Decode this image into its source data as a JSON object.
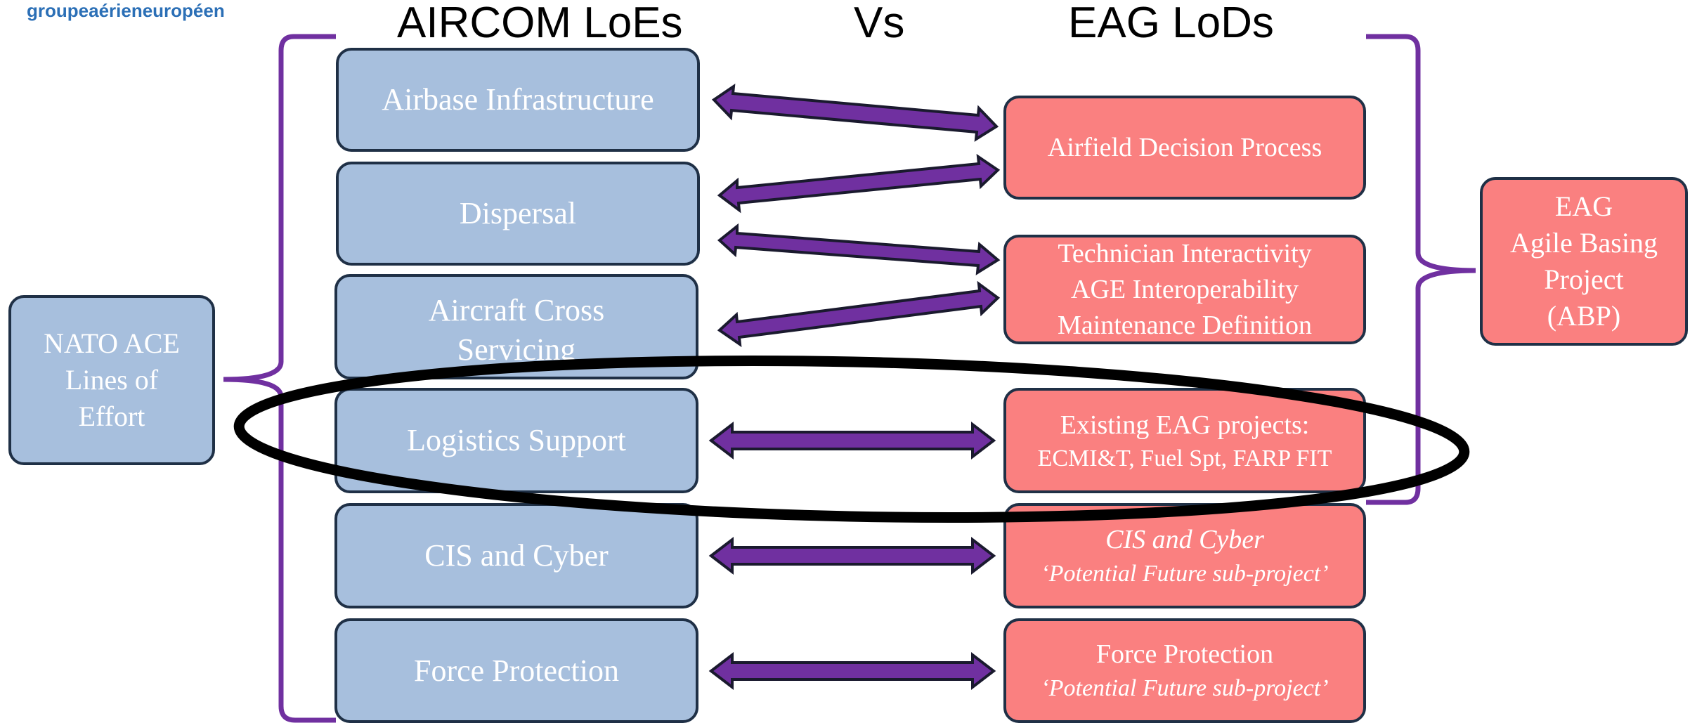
{
  "logo": {
    "text": "groupeaérieneuropéen"
  },
  "headers": {
    "left": "AIRCOM LoEs",
    "middle": "Vs",
    "right": "EAG LoDs"
  },
  "nato_box": {
    "lines": [
      "NATO ACE",
      "Lines of",
      "Effort"
    ]
  },
  "abp_box": {
    "lines": [
      "EAG",
      "Agile Basing",
      "Project",
      "(ABP)"
    ]
  },
  "loes": [
    {
      "lines": [
        "Airbase Infrastructure"
      ]
    },
    {
      "lines": [
        "Dispersal"
      ]
    },
    {
      "lines": [
        "Aircraft Cross",
        "Servicing"
      ]
    },
    {
      "lines": [
        "Logistics Support"
      ]
    },
    {
      "lines": [
        "CIS and Cyber"
      ]
    },
    {
      "lines": [
        "Force Protection"
      ]
    }
  ],
  "lods": [
    {
      "lines": [
        "Airfield Decision Process"
      ]
    },
    {
      "lines": [
        "Technician Interactivity",
        "AGE Interoperability",
        "Maintenance Definition"
      ]
    },
    {
      "lines": [
        "Existing EAG projects:",
        "ECMI&T, Fuel Spt, FARP FIT"
      ]
    },
    {
      "lines": [
        "CIS and Cyber"
      ],
      "sub": "‘Potential Future sub-project’"
    },
    {
      "lines": [
        "Force Protection"
      ],
      "sub": "‘Potential Future sub-project’"
    }
  ],
  "colors": {
    "loe_fill": "#a7bfdd",
    "lod_fill": "#fa8080",
    "box_border": "#1f3046",
    "bracket": "#7030a0",
    "arrow_fill": "#7030a0",
    "arrow_outline": "#1a1a2e",
    "highlight_ellipse": "#000000"
  }
}
